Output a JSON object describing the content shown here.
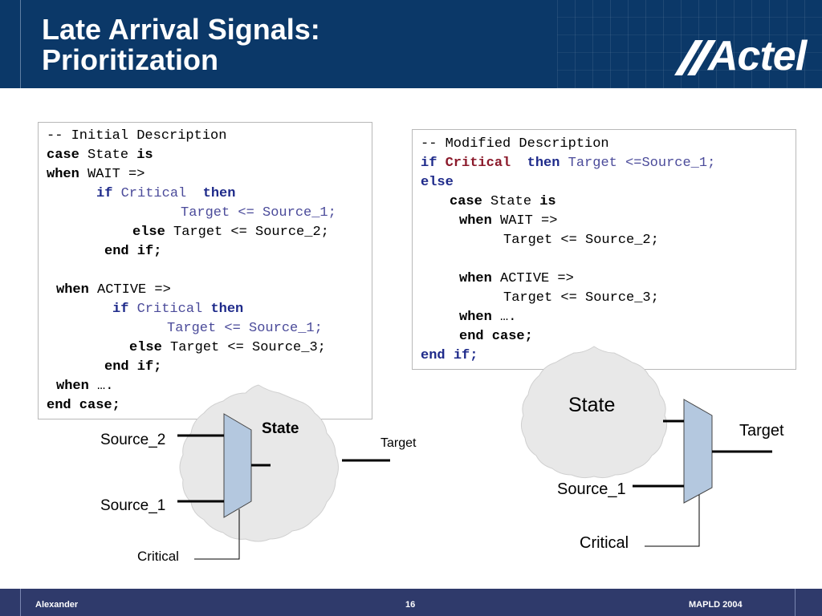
{
  "header": {
    "title_line1": "Late Arrival Signals:",
    "title_line2": "Prioritization",
    "logo_text": "Actel"
  },
  "initial_code": {
    "comment": "-- Initial Description",
    "case_kw": "case",
    "state": "State",
    "is_kw": "is",
    "when_kw": "when",
    "wait": "WAIT =>",
    "if_kw": "if",
    "critical": "Critical",
    "then_kw": "then",
    "assign_s1": "Target <= Source_1;",
    "else_kw": "else",
    "assign_s2": "Target <= Source_2;",
    "end_if": "end if;",
    "active": "ACTIVE =>",
    "assign_s3": "Target <= Source_3;",
    "ellipsis": "….",
    "end_case": "end case;"
  },
  "modified_code": {
    "comment": "-- Modified Description",
    "if_kw": "if",
    "critical": "Critical",
    "then_kw": "then",
    "assign_s1": "Target <=Source_1;",
    "else_kw": "else",
    "case_kw": "case",
    "state": "State",
    "is_kw": "is",
    "when_kw": "when",
    "wait": "WAIT =>",
    "assign_s2": "Target <= Source_2;",
    "active": "ACTIVE =>",
    "assign_s3": "Target <= Source_3;",
    "ellipsis": "….",
    "end_case": "end case;",
    "end_kw": "end",
    "if_semi": "if;"
  },
  "diagram_left": {
    "state": "State",
    "source2": "Source_2",
    "source1": "Source_1",
    "target": "Target",
    "critical": "Critical"
  },
  "diagram_right": {
    "state": "State",
    "source1": "Source_1",
    "target": "Target",
    "critical": "Critical"
  },
  "footer": {
    "author": "Alexander",
    "page": "16",
    "conference": "MAPLD 2004"
  },
  "colors": {
    "header_bg": "#0b3868",
    "footer_bg": "#2f3a6b",
    "mux_fill": "#b4c8df",
    "cloud_fill": "#e8e8e8",
    "keyword_blue": "#1e2a8a",
    "text_blue": "#4b4b9a",
    "keyword_red": "#8b1a2b"
  }
}
